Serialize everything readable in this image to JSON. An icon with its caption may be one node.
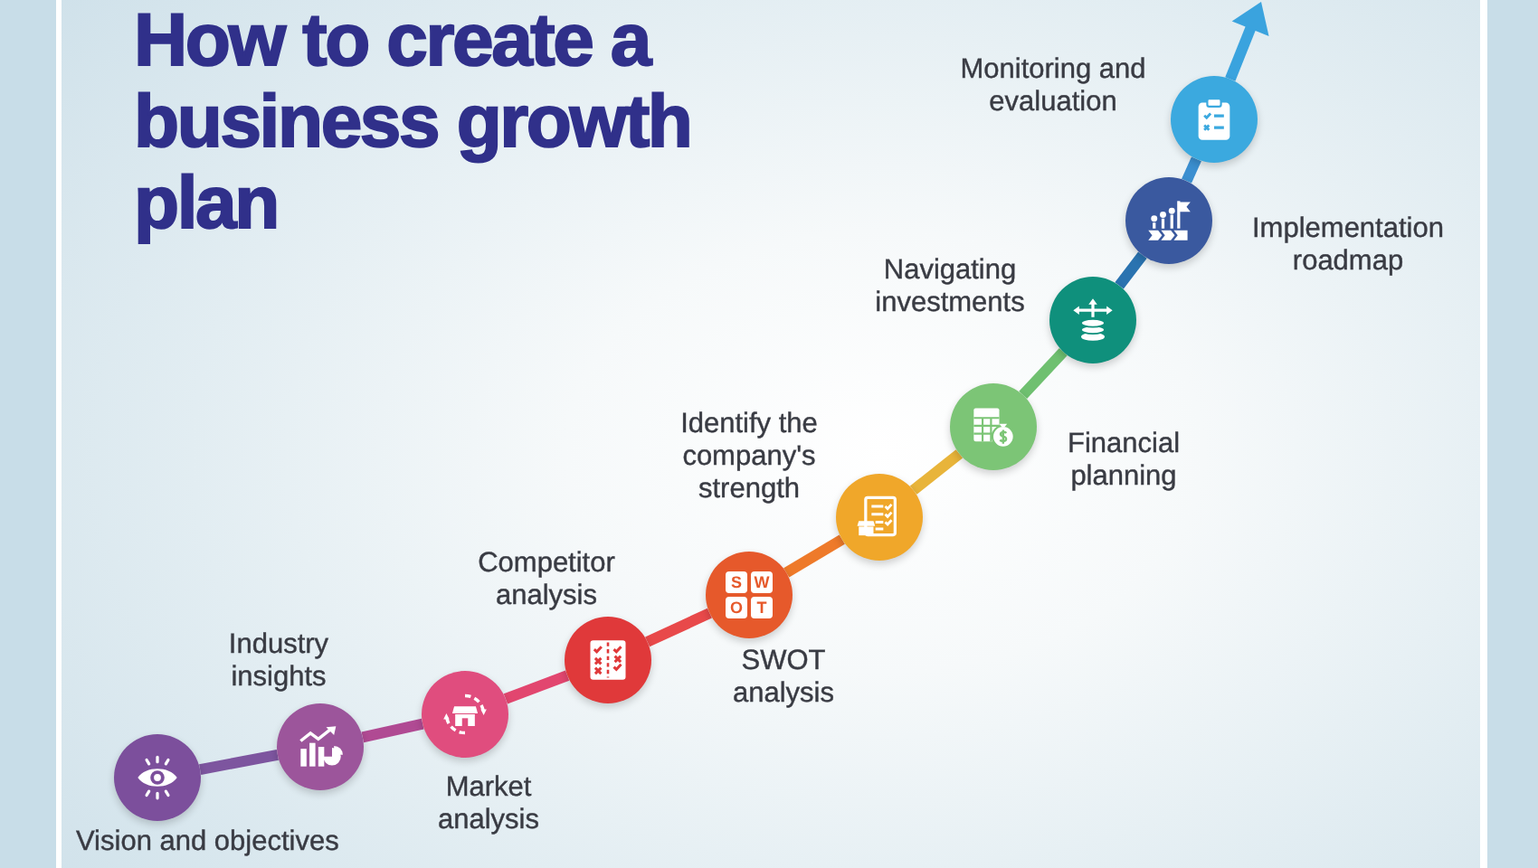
{
  "diagram": {
    "title": "How to create a business growth plan",
    "nodes": [
      {
        "text": [
          "Vision and objectives"
        ]
      },
      {
        "text": [
          "Industry insights"
        ]
      },
      {
        "text": [
          "Market analysis"
        ]
      },
      {
        "text": [
          "Competitor analysis"
        ]
      },
      {
        "text": [
          "SWOT analysis"
        ]
      },
      {
        "text": [
          "Identify the company's strength"
        ]
      },
      {
        "text": [
          "Financial planning"
        ]
      },
      {
        "text": [
          "Navigating investments"
        ]
      },
      {
        "text": [
          "Implementation roadmap"
        ]
      },
      {
        "text": [
          "Monitoring and evaluation"
        ]
      }
    ],
    "edges": [
      {
        "from": 0,
        "to": 1,
        "arrow": "none",
        "color": "#7d559f"
      },
      {
        "from": 1,
        "to": 2,
        "arrow": "none",
        "color": "#b04a93"
      },
      {
        "from": 2,
        "to": 3,
        "arrow": "none",
        "color": "#e2466f"
      },
      {
        "from": 3,
        "to": 4,
        "arrow": "none",
        "color": "#e8494a"
      },
      {
        "from": 4,
        "to": 5,
        "arrow": "none",
        "color": "#ee7a2a"
      },
      {
        "from": 5,
        "to": 6,
        "arrow": "none",
        "color": "#e8b43a"
      },
      {
        "from": 6,
        "to": 7,
        "arrow": "none",
        "color": "#6fc070"
      },
      {
        "from": 7,
        "to": 8,
        "arrow": "none",
        "color": "#2a73b0"
      },
      {
        "from": 8,
        "to": 9,
        "arrow": "none",
        "color": "#3b8fd0"
      },
      {
        "from": 9,
        "to": null,
        "arrow": "to",
        "color": "#3aa3de"
      }
    ],
    "labels": [
      "S",
      "W",
      "O",
      "T"
    ]
  }
}
